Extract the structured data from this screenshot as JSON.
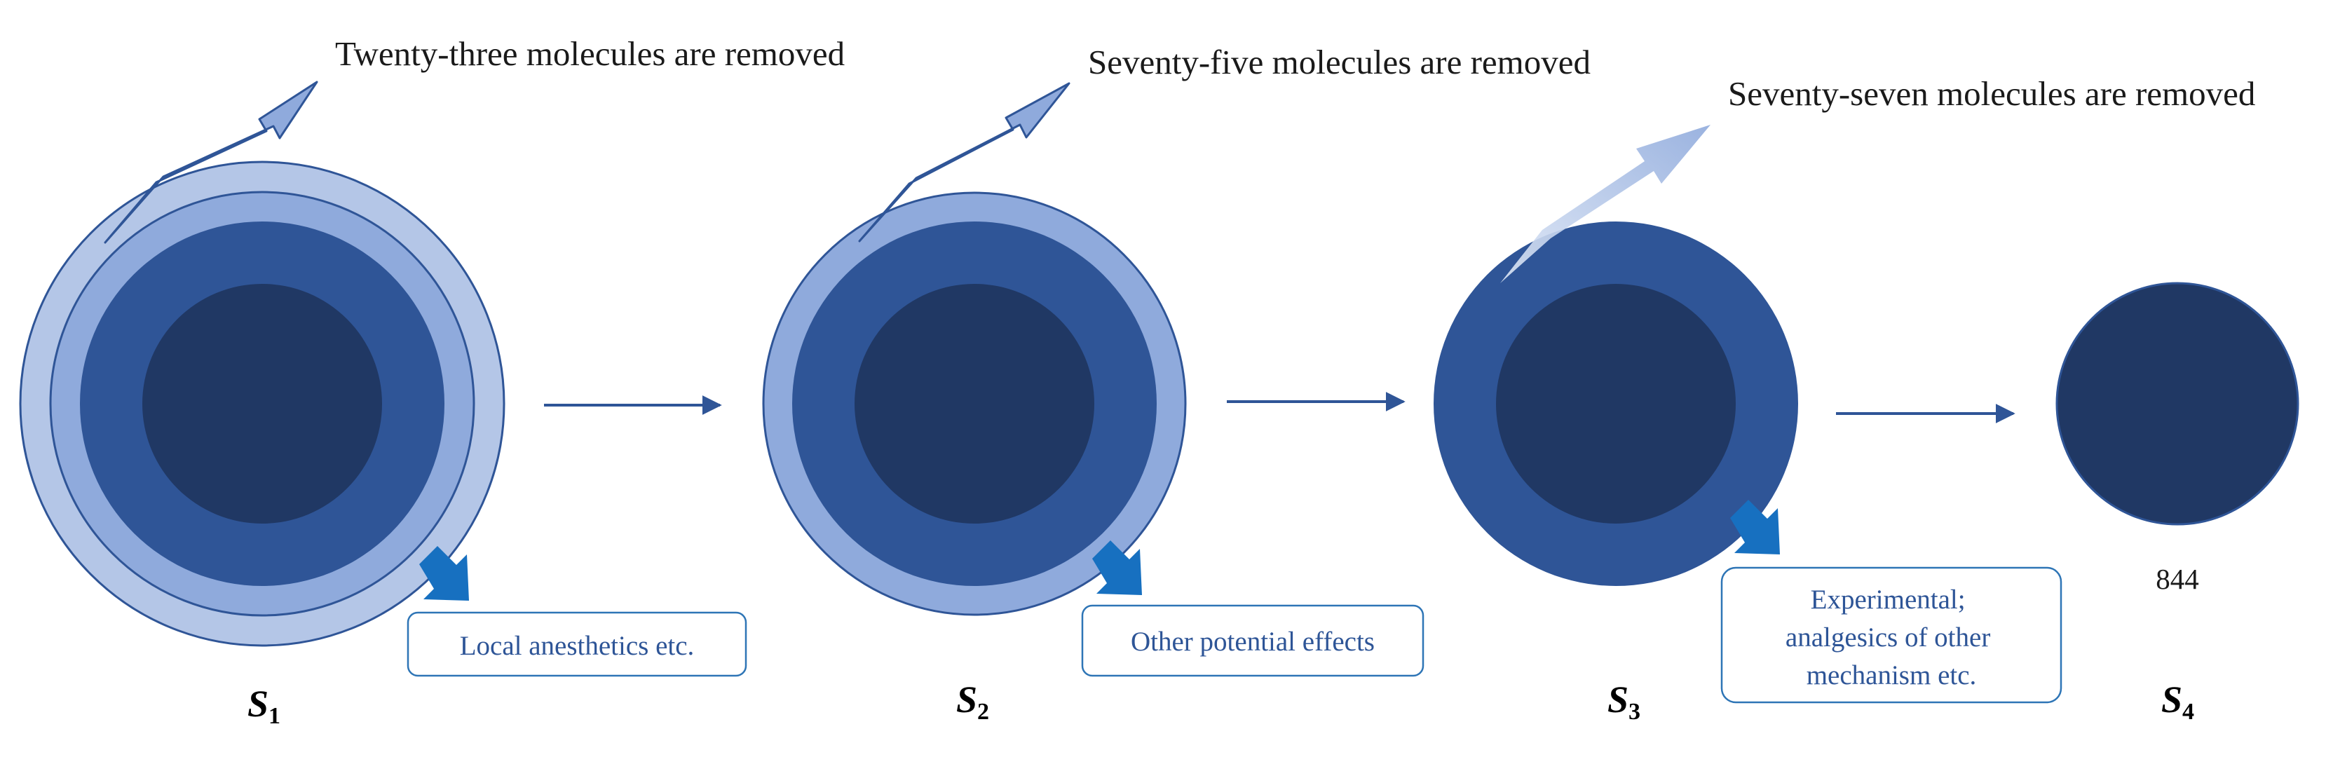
{
  "colors": {
    "outer_ring": "#b4c6e7",
    "middle_ring": "#8faadc",
    "inner_ring": "#2f5597",
    "core": "#203864",
    "outline": "#2f5597",
    "connector_arrow": "#2f5597",
    "blue_arrow": "#1770c0",
    "box_border": "#2e75b6",
    "box_text": "#2e5597"
  },
  "stages": [
    {
      "symbol": "S",
      "subscript": "1",
      "removed_label": "Twenty-three molecules are removed",
      "effect_box": [
        "Local anesthetics etc."
      ]
    },
    {
      "symbol": "S",
      "subscript": "2",
      "removed_label": "Seventy-five molecules are removed",
      "effect_box": [
        "Other potential effects"
      ]
    },
    {
      "symbol": "S",
      "subscript": "3",
      "removed_label": "Seventy-seven molecules are removed",
      "effect_box": [
        "Experimental;",
        "analgesics of other",
        "mechanism etc."
      ]
    },
    {
      "symbol": "S",
      "subscript": "4",
      "count_label": "844"
    }
  ]
}
